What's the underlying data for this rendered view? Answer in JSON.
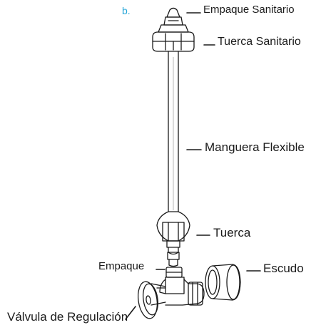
{
  "diagram": {
    "tag": "b.",
    "labels": {
      "empaque_sanitario": "Empaque Sanitario",
      "tuerca_sanitario": "Tuerca Sanitario",
      "manguera_flexible": "Manguera Flexible",
      "tuerca": "Tuerca",
      "empaque": "Empaque",
      "escudo": "Escudo",
      "valvula_de_regulacion": "Válvula de Regulación"
    },
    "colors": {
      "line": "#1a1a1a",
      "tag": "#29a7d8"
    }
  }
}
